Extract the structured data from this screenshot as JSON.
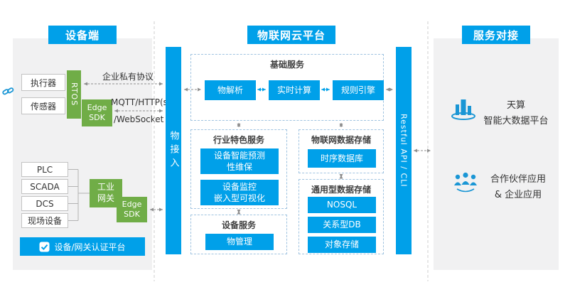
{
  "colors": {
    "accent_blue": "#00A0E9",
    "green": "#70AD47",
    "panel_gray": "#F1F1F2"
  },
  "device": {
    "title": "设备端",
    "actuator": "执行器",
    "sensor": "传感器",
    "rtos": "RTOS",
    "edge_sdk": "Edge\nSDK",
    "private_protocol": "企业私有协议",
    "mqtt_http": "MQTT/HTTP(s)",
    "websocket": "/WebSocket",
    "plc": "PLC",
    "scada": "SCADA",
    "dcs": "DCS",
    "field_device": "现场设备",
    "industrial_gateway": "工业\n网关",
    "gateway_edge_sdk": "Edge\nSDK",
    "auth_platform": "设备/网关认证平台"
  },
  "platform": {
    "title": "物联网云平台",
    "thing_access": "物接入",
    "restful_api": "Restful API / CLI",
    "basic": {
      "title": "基础服务",
      "items": [
        "物解析",
        "实时计算",
        "规则引擎"
      ]
    },
    "industry": {
      "title": "行业特色服务",
      "items": [
        "设备智能预测\n性维保",
        "设备监控\n嵌入型可视化"
      ]
    },
    "iot_storage": {
      "title": "物联网数据存储",
      "items": [
        "时序数据库"
      ]
    },
    "general_storage": {
      "title": "通用型数据存储",
      "items": [
        "NOSQL",
        "关系型DB",
        "对象存储"
      ]
    },
    "device_service": {
      "title": "设备服务",
      "items": [
        "物管理"
      ]
    }
  },
  "integration": {
    "title": "服务对接",
    "bigdata_platform": "天算\n智能大数据平台",
    "partner_apps": "合作伙伴应用\n& 企业应用"
  }
}
